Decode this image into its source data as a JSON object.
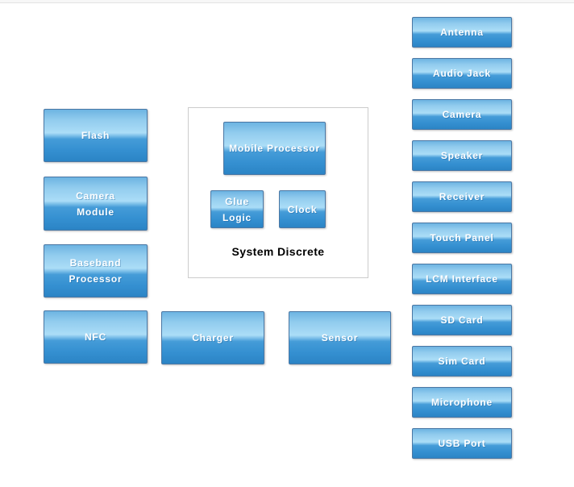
{
  "palette": {
    "box_border": "#4a77a4",
    "box_gradient_top": "#6db4e2",
    "box_gradient_light": "#abddf7",
    "box_gradient_mid": "#459cd8",
    "box_gradient_bottom": "#2b84c5",
    "label_color": "#ffffff",
    "container_border": "#cccccc",
    "title_color": "#000000"
  },
  "left_column": {
    "items": [
      {
        "label": "Flash"
      },
      {
        "label": "Camera\nModule"
      },
      {
        "label": "Baseband\nProcessor"
      },
      {
        "label": "NFC"
      }
    ]
  },
  "system_discrete": {
    "title": "System Discrete",
    "blocks": [
      {
        "label": "Mobile Processor"
      },
      {
        "label": "Glue\nLogic"
      },
      {
        "label": "Clock"
      }
    ]
  },
  "bottom_row": {
    "items": [
      {
        "label": "Charger"
      },
      {
        "label": "Sensor"
      }
    ]
  },
  "right_column": {
    "items": [
      {
        "label": "Antenna"
      },
      {
        "label": "Audio Jack"
      },
      {
        "label": "Camera"
      },
      {
        "label": "Speaker"
      },
      {
        "label": "Receiver"
      },
      {
        "label": "Touch Panel"
      },
      {
        "label": "LCM Interface"
      },
      {
        "label": "SD Card"
      },
      {
        "label": "Sim Card"
      },
      {
        "label": "Microphone"
      },
      {
        "label": "USB Port"
      }
    ]
  }
}
